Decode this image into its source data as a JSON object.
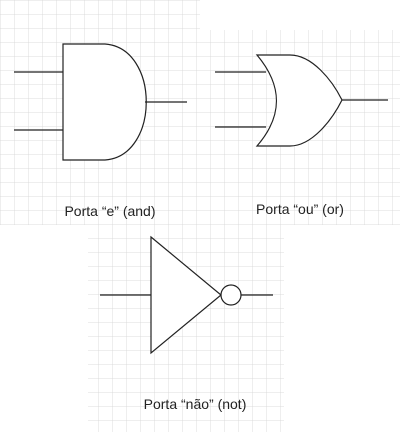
{
  "gates": {
    "and": {
      "label": "Porta “e” (and)"
    },
    "or": {
      "label": "Porta “ou” (or)"
    },
    "not": {
      "label": "Porta “não” (not)"
    }
  },
  "colors": {
    "grid": "#d4d4d4",
    "stroke": "#222222",
    "background": "#ffffff"
  }
}
